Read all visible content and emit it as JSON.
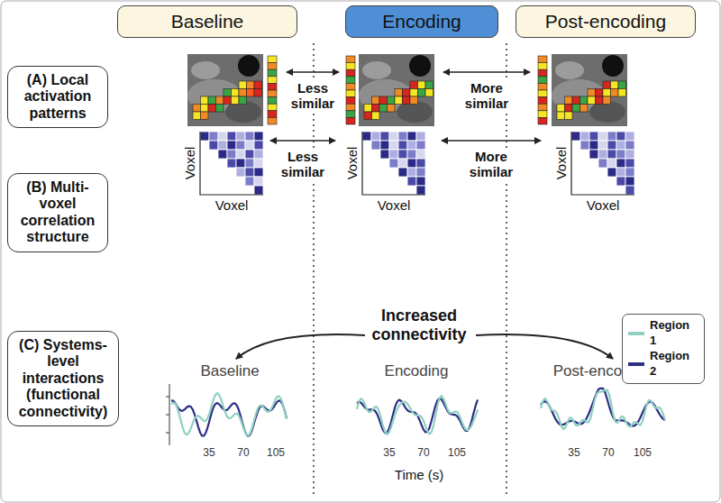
{
  "diagram": {
    "nodes": [
      {
        "text": [
          "Baseline"
        ]
      },
      {
        "text": [
          "Encoding"
        ]
      },
      {
        "text": [
          "Post-encoding"
        ]
      },
      {
        "text": [
          "(A) Local activation patterns"
        ]
      },
      {
        "text": [
          "(B) Multi-voxel correlation structure"
        ]
      },
      {
        "text": [
          "(C) Systems-level interactions (functional connectivity)"
        ]
      }
    ],
    "labels": [
      "Less similar",
      "More similar",
      "Less similar",
      "More similar",
      "Voxel",
      "Voxel",
      "Voxel",
      "Voxel",
      "Voxel",
      "Voxel",
      "Increased connectivity",
      "Baseline",
      "Encoding",
      "Post-encoding",
      "35",
      "70",
      "105",
      "35",
      "70",
      "105",
      "35",
      "70",
      "105",
      "Time (s)"
    ],
    "legend": [
      {
        "text": "Region 1",
        "color": "#8fd0c2"
      },
      {
        "text": "Region 2",
        "color": "#2d2e84"
      }
    ]
  }
}
